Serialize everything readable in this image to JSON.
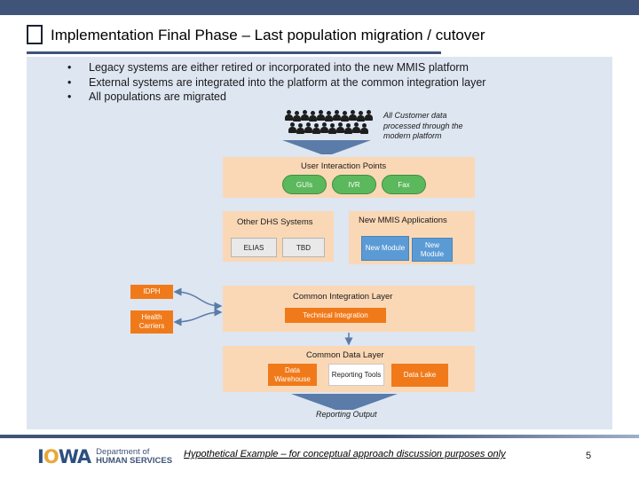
{
  "slide": {
    "title": "Implementation Final Phase – Last population migration / cutover",
    "bullets": [
      "Legacy systems are either retired or incorporated into the new MMIS platform",
      "External systems are integrated into the platform at the common integration layer",
      "All populations are migrated"
    ],
    "bullet_glyph": "•",
    "footer_disclaimer": "Hypothetical Example – for conceptual approach discussion purposes only",
    "page_number": "5"
  },
  "diagram": {
    "customer_note": "All Customer data processed through the modern platform",
    "user_interaction": {
      "label": "User Interaction Points",
      "channels": [
        "GUIs",
        "IVR",
        "Fax"
      ]
    },
    "other_dhs": {
      "label": "Other DHS Systems",
      "systems": [
        "ELIAS",
        "TBD"
      ]
    },
    "mmis_apps": {
      "label": "New MMIS Applications",
      "modules": [
        "New Module",
        "New Module"
      ]
    },
    "external": [
      "IDPH",
      "Health Carriers"
    ],
    "integration": {
      "label": "Common Integration Layer",
      "technical": "Technical Integration"
    },
    "data_layer": {
      "label": "Common Data Layer",
      "components": [
        "Data Warehouse",
        "Reporting Tools",
        "Data Lake"
      ]
    },
    "reporting_output": "Reporting Output"
  },
  "logo": {
    "mark": "IOWA",
    "line1": "Department of",
    "line2": "HUMAN SERVICES"
  },
  "colors": {
    "header_bar": "#3f5478",
    "content_bg": "#dde6f1",
    "panel": "#fad8b6",
    "channel_green": "#5cb85c",
    "module_blue": "#5b9bd5",
    "orange": "#f07a1a",
    "arrow_blue": "#5b7ba8"
  }
}
